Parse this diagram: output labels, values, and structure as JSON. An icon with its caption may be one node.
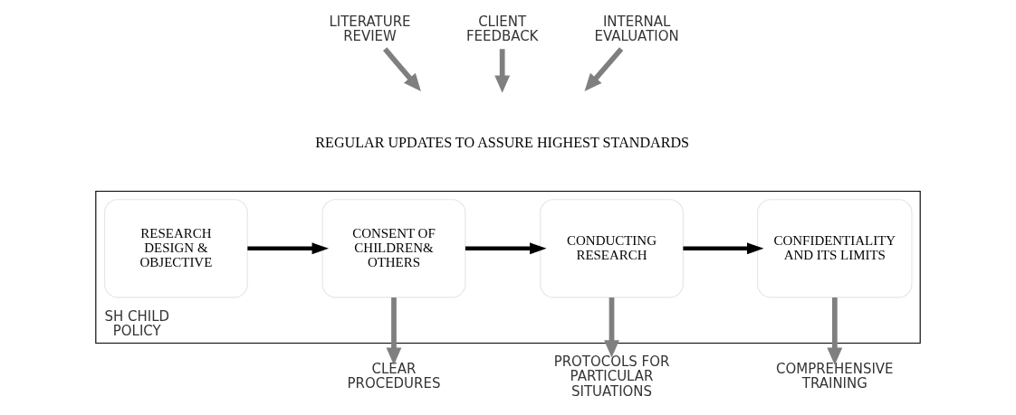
{
  "diagram": {
    "nodes": [
      {
        "text": [
          "SH CHILD POLICY"
        ]
      },
      {
        "text": [
          "RESEARCH DESIGN & OBJECTIVE"
        ],
        "in": 0
      },
      {
        "text": [
          "CONSENT OF CHILDREN& OTHERS"
        ],
        "in": 0
      },
      {
        "text": [
          "CONDUCTING RESEARCH"
        ],
        "in": 0
      },
      {
        "text": [
          "CONFIDENTIALITY AND ITS LIMITS"
        ],
        "in": 0
      },
      {
        "text": [
          "LITERATURE REVIEW"
        ]
      },
      {
        "text": [
          "CLIENT FEEDBACK"
        ]
      },
      {
        "text": [
          "INTERNAL EVALUATION"
        ]
      },
      {
        "text": [
          "CLEAR PROCEDURES"
        ]
      },
      {
        "text": [
          "PROTOCOLS FOR PARTICULAR SITUATIONS"
        ]
      },
      {
        "text": [
          "COMPREHENSIVE TRAINING"
        ]
      }
    ],
    "edges": [
      {
        "from": 1,
        "to": 2,
        "arrow": "to",
        "color": "#000000"
      },
      {
        "from": 2,
        "to": 3,
        "arrow": "to",
        "color": "#000000"
      },
      {
        "from": 3,
        "to": 4,
        "arrow": "to",
        "color": "#000000"
      },
      {
        "from": 5,
        "to": null,
        "arrow": "to"
      },
      {
        "from": 6,
        "to": null,
        "arrow": "to"
      },
      {
        "from": 7,
        "to": null,
        "arrow": "to"
      },
      {
        "from": 2,
        "to": 8,
        "arrow": "to"
      },
      {
        "from": 3,
        "to": 9,
        "arrow": "to"
      },
      {
        "from": 4,
        "to": 10,
        "arrow": "to"
      }
    ],
    "labels": [
      "REGULAR UPDATES TO ASSURE HIGHEST STANDARDS"
    ]
  }
}
